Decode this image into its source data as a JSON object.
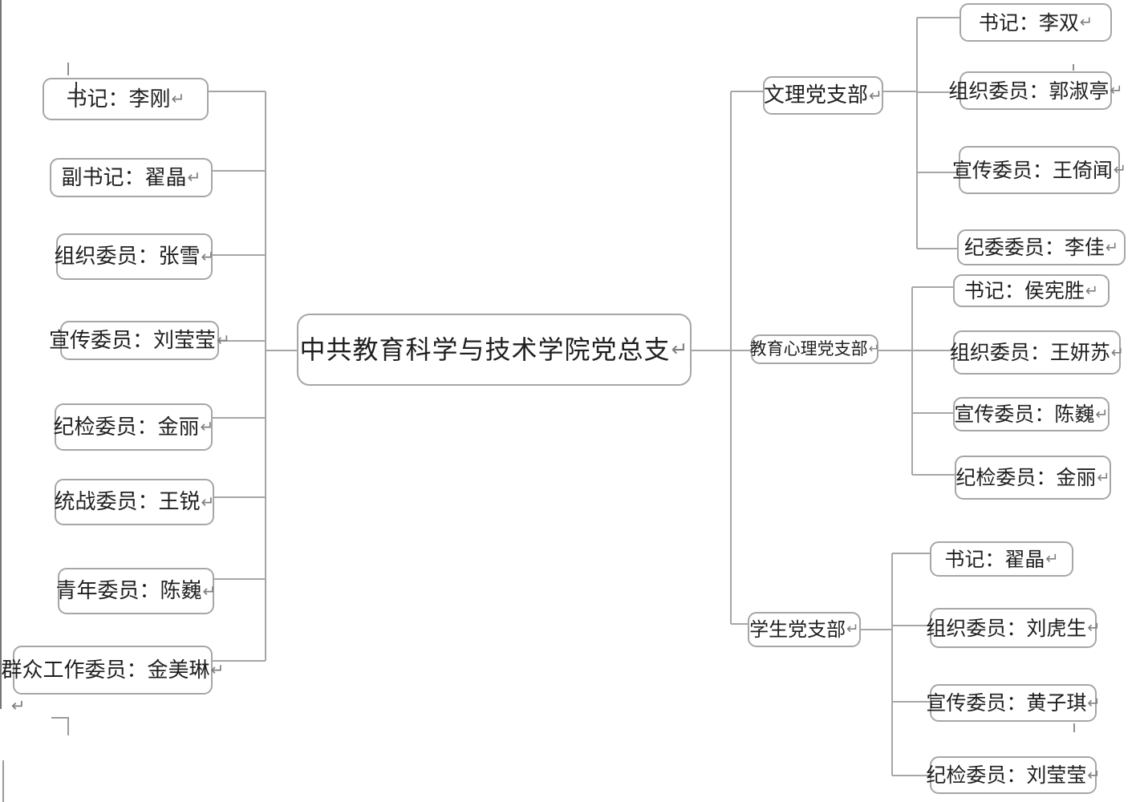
{
  "document": {
    "type": "word-org-chart",
    "colors": {
      "connector_line": "#a6a6a6",
      "box_border": "#a6a6a6",
      "box_fill": "#ffffff",
      "text": "#1f1f1f",
      "formatting_mark": "#7f7f7f"
    }
  },
  "marks": {
    "eol": "↵"
  },
  "root": {
    "label": "中共教育科学与技术学院党总支"
  },
  "committee": [
    {
      "label": "书记：李刚"
    },
    {
      "label": "副书记：翟晶"
    },
    {
      "label": "组织委员：张雪"
    },
    {
      "label": "宣传委员：刘莹莹"
    },
    {
      "label": "纪检委员：金丽"
    },
    {
      "label": "统战委员：王锐"
    },
    {
      "label": "青年委员：陈巍"
    },
    {
      "label": "群众工作委员：金美琳"
    }
  ],
  "branches": [
    {
      "label": "文理党支部",
      "members": [
        {
          "label": "书记：李双"
        },
        {
          "label": "组织委员：郭淑亭"
        },
        {
          "label": "宣传委员：王倚闻"
        },
        {
          "label": "纪委委员：李佳"
        }
      ]
    },
    {
      "label": "教育心理党支部",
      "members": [
        {
          "label": "书记：侯宪胜"
        },
        {
          "label": "组织委员：王妍苏"
        },
        {
          "label": "宣传委员：陈巍"
        },
        {
          "label": "纪检委员：金丽"
        }
      ]
    },
    {
      "label": "学生党支部",
      "members": [
        {
          "label": "书记：翟晶"
        },
        {
          "label": "组织委员：刘虎生"
        },
        {
          "label": "宣传委员：黄子琪"
        },
        {
          "label": "纪检委员：刘莹莹"
        }
      ]
    }
  ]
}
